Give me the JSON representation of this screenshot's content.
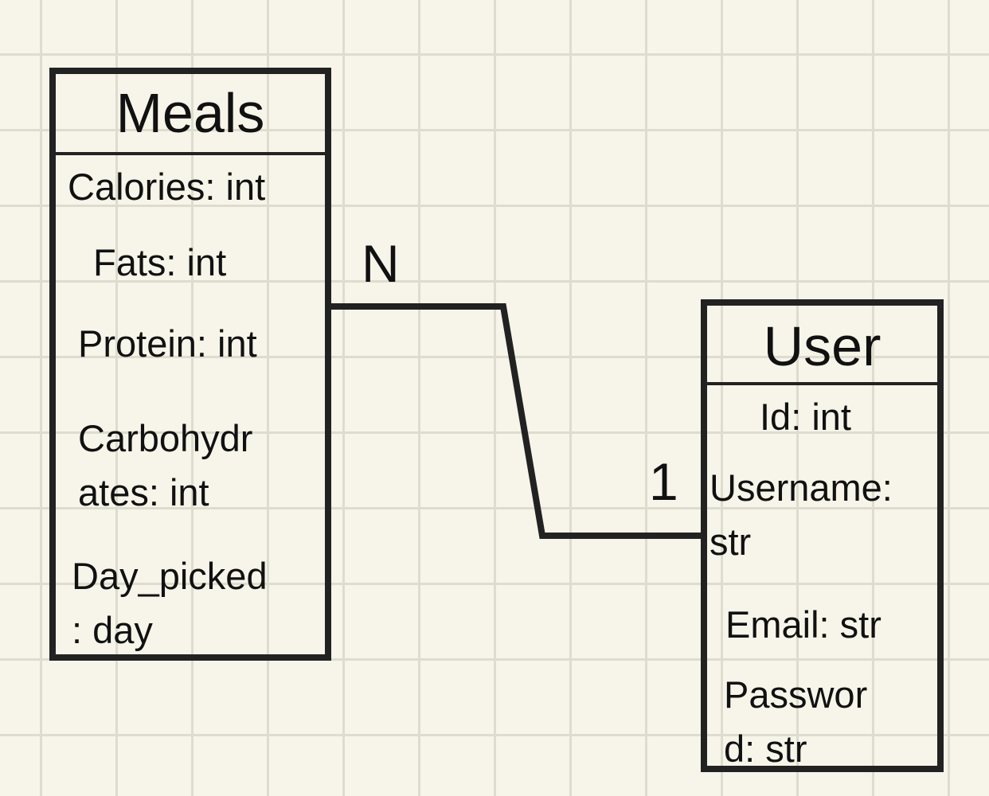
{
  "entities": {
    "meals": {
      "name": "Meals",
      "attributes": {
        "calories": "Calories: int",
        "fats": "Fats: int",
        "protein": "Protein: int",
        "carbohydrates_line1": "Carbohydr",
        "carbohydrates_line2": "ates: int",
        "day_picked_line1": "Day_picked",
        "day_picked_line2": ": day"
      }
    },
    "user": {
      "name": "User",
      "attributes": {
        "id": "Id: int",
        "username_line1": "Username:",
        "username_line2": "str",
        "email": "Email: str",
        "password_line1": "Passwor",
        "password_line2": "d: str"
      }
    }
  },
  "relationship": {
    "meals_cardinality": "N",
    "user_cardinality": "1"
  },
  "colors": {
    "background": "#f7f5e9",
    "grid": "#dddcce",
    "ink": "#222222"
  }
}
